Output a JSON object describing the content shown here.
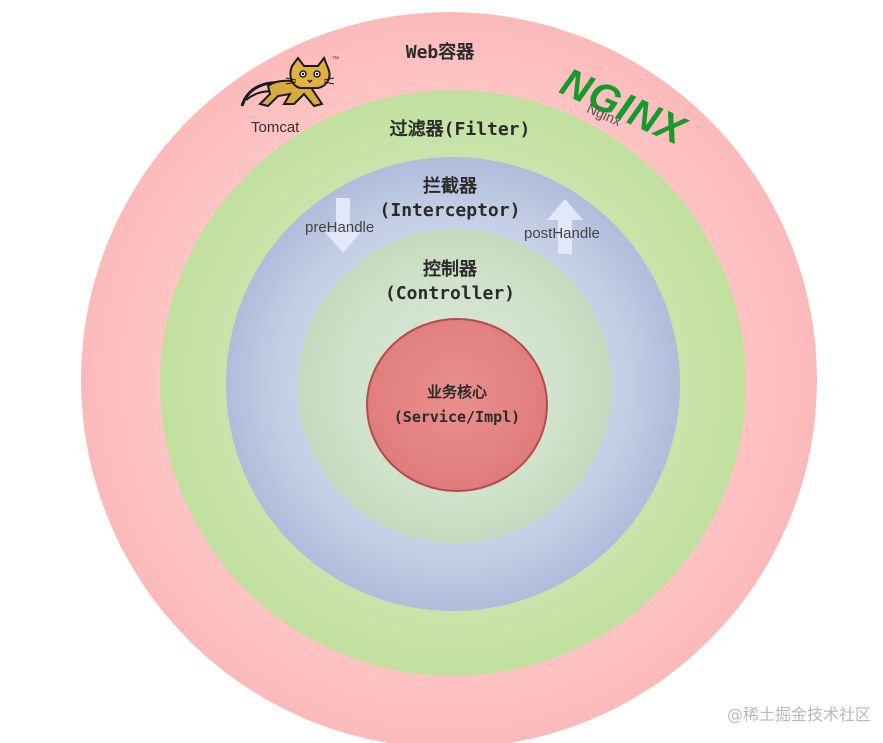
{
  "layers": {
    "web_container": {
      "label": "Web容器"
    },
    "filter": {
      "label_line1": "过滤器(Filter)"
    },
    "interceptor": {
      "label_line1": "拦截器",
      "label_line2": "(Interceptor)"
    },
    "controller": {
      "label_line1": "控制器",
      "label_line2": "(Controller)"
    },
    "core": {
      "label_line1": "业务核心",
      "label_line2": "(Service/Impl)"
    }
  },
  "hooks": {
    "pre": {
      "label": "preHandle",
      "direction": "down"
    },
    "post": {
      "label": "postHandle",
      "direction": "up"
    }
  },
  "servers": {
    "tomcat": {
      "label": "Tomcat",
      "icon": "tomcat-cat-icon",
      "tm": "™"
    },
    "nginx": {
      "logo_text": "NGINX",
      "label": "Nginx",
      "icon": "nginx-logo"
    }
  },
  "watermark": "@稀土掘金技术社区",
  "colors": {
    "web_container": "#f9b4b4",
    "filter": "#b7d98f",
    "interceptor": "#a4b2d5",
    "controller": "#bfd6b7",
    "core": "#e28080",
    "core_border": "#b34a50",
    "nginx": "#149b2c",
    "arrow": "#e3e7fa"
  }
}
